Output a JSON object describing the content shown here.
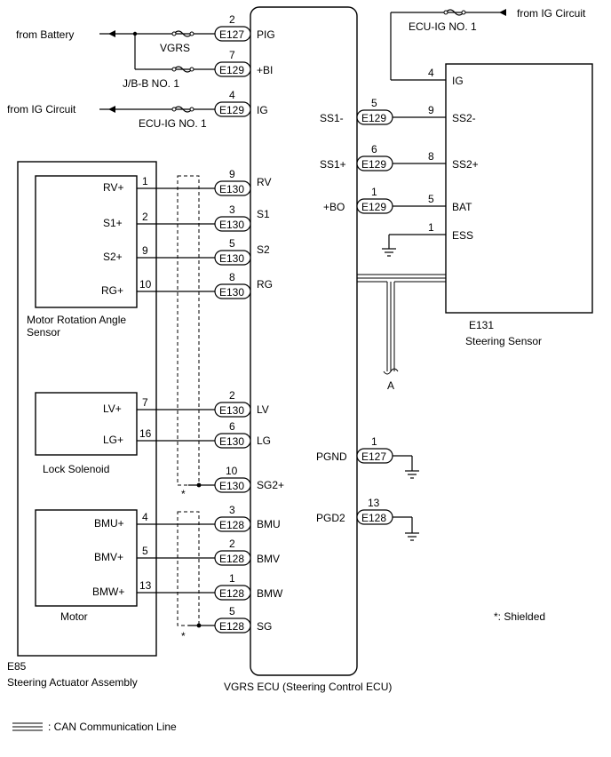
{
  "sources": {
    "battery": "from Battery",
    "ig_left": "from IG Circuit",
    "ig_right": "from IG Circuit"
  },
  "fuses": {
    "vgrs": "VGRS",
    "jbb": "J/B-B NO. 1",
    "ecu_ig_left": "ECU-IG NO. 1",
    "ecu_ig_right": "ECU-IG NO. 1"
  },
  "ecu": {
    "title": "VGRS ECU (Steering Control ECU)"
  },
  "ecu_left_pins": [
    {
      "pin": "2",
      "conn": "E127",
      "label": "PIG"
    },
    {
      "pin": "7",
      "conn": "E129",
      "label": "+BI"
    },
    {
      "pin": "4",
      "conn": "E129",
      "label": "IG"
    },
    {
      "pin": "9",
      "conn": "E130",
      "label": "RV"
    },
    {
      "pin": "3",
      "conn": "E130",
      "label": "S1"
    },
    {
      "pin": "5",
      "conn": "E130",
      "label": "S2"
    },
    {
      "pin": "8",
      "conn": "E130",
      "label": "RG"
    },
    {
      "pin": "2",
      "conn": "E130",
      "label": "LV"
    },
    {
      "pin": "6",
      "conn": "E130",
      "label": "LG"
    },
    {
      "pin": "10",
      "conn": "E130",
      "label": "SG2+"
    },
    {
      "pin": "3",
      "conn": "E128",
      "label": "BMU"
    },
    {
      "pin": "2",
      "conn": "E128",
      "label": "BMV"
    },
    {
      "pin": "1",
      "conn": "E128",
      "label": "BMW"
    },
    {
      "pin": "5",
      "conn": "E128",
      "label": "SG"
    }
  ],
  "ecu_right_pins": [
    {
      "pin": "5",
      "conn": "E129",
      "label": "SS1-"
    },
    {
      "pin": "6",
      "conn": "E129",
      "label": "SS1+"
    },
    {
      "pin": "1",
      "conn": "E129",
      "label": "+BO"
    },
    {
      "pin": "1",
      "conn": "E127",
      "label": "PGND"
    },
    {
      "pin": "13",
      "conn": "E128",
      "label": "PGD2"
    }
  ],
  "actuator": {
    "id": "E85",
    "name": "Steering Actuator Assembly",
    "sensor_name": "Motor Rotation Angle Sensor",
    "solenoid_name": "Lock Solenoid",
    "motor_name": "Motor"
  },
  "actuator_pins": [
    {
      "label": "RV+",
      "pin": "1"
    },
    {
      "label": "S1+",
      "pin": "2"
    },
    {
      "label": "S2+",
      "pin": "9"
    },
    {
      "label": "RG+",
      "pin": "10"
    },
    {
      "label": "LV+",
      "pin": "7"
    },
    {
      "label": "LG+",
      "pin": "16"
    },
    {
      "label": "BMU+",
      "pin": "4"
    },
    {
      "label": "BMV+",
      "pin": "5"
    },
    {
      "label": "BMW+",
      "pin": "13"
    }
  ],
  "sensor": {
    "id": "E131",
    "name": "Steering Sensor"
  },
  "sensor_pins": [
    {
      "pin": "4",
      "label": "IG"
    },
    {
      "pin": "9",
      "label": "SS2-"
    },
    {
      "pin": "8",
      "label": "SS2+"
    },
    {
      "pin": "5",
      "label": "BAT"
    },
    {
      "pin": "1",
      "label": "ESS"
    }
  ],
  "can_label": "A",
  "shield_mark": "*",
  "notes": {
    "shielded": "*: Shielded",
    "can": ": CAN Communication Line"
  }
}
